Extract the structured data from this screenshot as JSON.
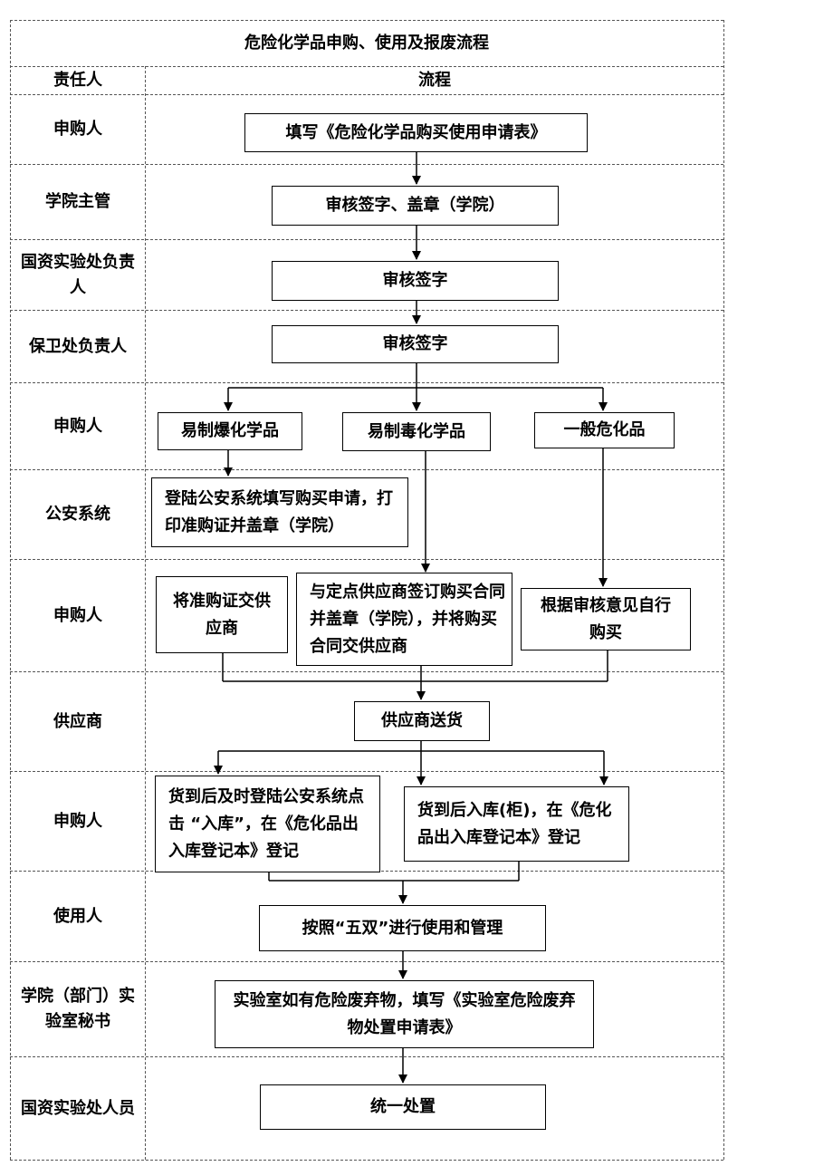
{
  "title": "危险化学品申购、使用及报废流程",
  "headers": {
    "role": "责任人",
    "flow": "流程"
  },
  "roles": [
    "申购人",
    "学院主管",
    "国资实验处负责人",
    "保卫处负责人",
    "申购人",
    "公安系统",
    "申购人",
    "供应商",
    "申购人",
    "使用人",
    "学院（部门）实验室秘书",
    "国资实验处人员"
  ],
  "steps": {
    "fill_form": "填写《危险化学品购买使用申请表》",
    "college_review": "审核签字、盖章（学院）",
    "assets_review": "审核签字",
    "security_review": "审核签字",
    "explosive": "易制爆化学品",
    "toxic": "易制毒化学品",
    "general": "一般危化品",
    "police_apply": "登陆公安系统填写购买申请，打印准购证并盖章（学院）",
    "permit_to_supplier": "将准购证交供应商",
    "contract": "与定点供应商签订购买合同并盖章（学院），并将购买合同交供应商",
    "self_purchase": "根据审核意见自行购买",
    "supplier_delivery": "供应商送货",
    "police_register": "货到后及时登陆公安系统点击 “入库”，在《危化品出入库登记本》登记",
    "cabinet_register": "货到后入库(柜)，在《危化品出入库登记本》登记",
    "use_manage": "按照“五双”进行使用和管理",
    "waste_form": "实验室如有危险废弃物，填写《实验室危险废弃物处置申请表》",
    "unified_disposal": "统一处置"
  }
}
